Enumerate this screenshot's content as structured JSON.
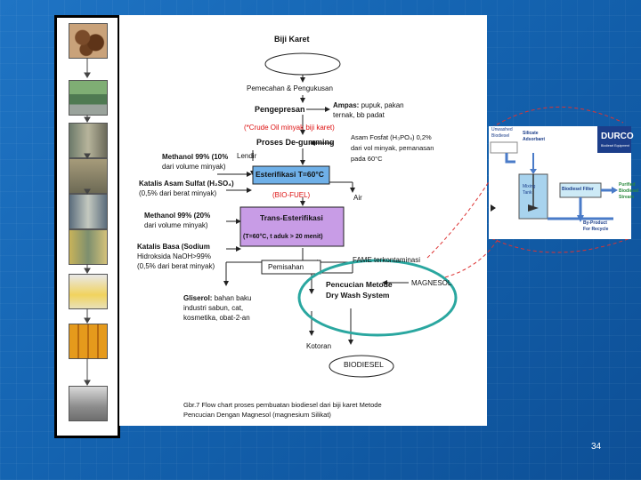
{
  "flow": {
    "biji_karet": "Biji Karet",
    "pemecahan": "Pemecahan & Pengukusan",
    "pengepresan": "Pengepresan",
    "ampas_title": "Ampas:",
    "ampas_desc1": "pupuk, pakan",
    "ampas_desc2": "ternak, bb padat",
    "crude_oil": "(*Crude Oil minyak biji karet)",
    "degumming": "Proses De-gumming",
    "lendir": "Lendir",
    "asam_fosfat1": "Asam Fosfat (H₃PO₄) 0,2%",
    "asam_fosfat2": "dari vol minyak, pemanasan",
    "asam_fosfat3": "pada 60°C",
    "methanol1_a": "Methanol 99%  (10%",
    "methanol1_b": "dari volume minyak)",
    "katalis_asam_a": "Katalis Asam Sulfat (H₂SO₄)",
    "katalis_asam_b": "(0,5% dari berat minyak)",
    "esterifikasi": "Esterifikasi T=60°C",
    "biofuel": "(BIO-FUEL)",
    "air": "Air",
    "methanol2_a": "Methanol 99%  (20%",
    "methanol2_b": "dari volume minyak)",
    "trans_title": "Trans-Esterifikasi",
    "trans_cond": "(T=60°C, t aduk > 20 menit)",
    "katalis_basa_a": "Katalis Basa (Sodium",
    "katalis_basa_b": "Hidroksida NaOH>99%",
    "katalis_basa_c": "(0,5% dari berat minyak)",
    "pemisahan": "Pemisahan",
    "fame": "FAME terkontaminasi",
    "gliserol_title": "Gliserol:",
    "gliserol_a": "bahan baku",
    "gliserol_b": "industri sabun, cat,",
    "gliserol_c": "kosmetika, obat-2-an",
    "pencucian_a": "Pencucian Metode",
    "pencucian_b": "Dry Wash System",
    "magnesol": "MAGNESOL",
    "kotoran": "Kotoran",
    "biodiesel": "BIODIESEL",
    "caption_a": "Gbr.7 Flow chart proses pembuatan biodiesel dari biji karet Metode",
    "caption_b": "Pencucian Dengan Magnesol (magnesium Silikat)"
  },
  "durco": {
    "unwashed_a": "Unwashed",
    "unwashed_b": "Biodiesel",
    "silicate_a": "Silicate",
    "silicate_b": "Adsorbant",
    "logo": "DURCO",
    "logo_sub": "Biodiesel Equipment",
    "mixing_a": "Mixing",
    "mixing_b": "Tank",
    "filter": "Biodiesel Filter",
    "purified_a": "Purified",
    "purified_b": "Biodiesel",
    "purified_c": "Stream",
    "byproduct_a": "By-Product",
    "byproduct_b": "For Recycle"
  },
  "page_number": "34",
  "colors": {
    "esterifikasi_fill": "#6fb0e8",
    "trans_fill": "#c89ce6",
    "highlight_circle": "#2aa7a0",
    "callout": "#d33"
  }
}
